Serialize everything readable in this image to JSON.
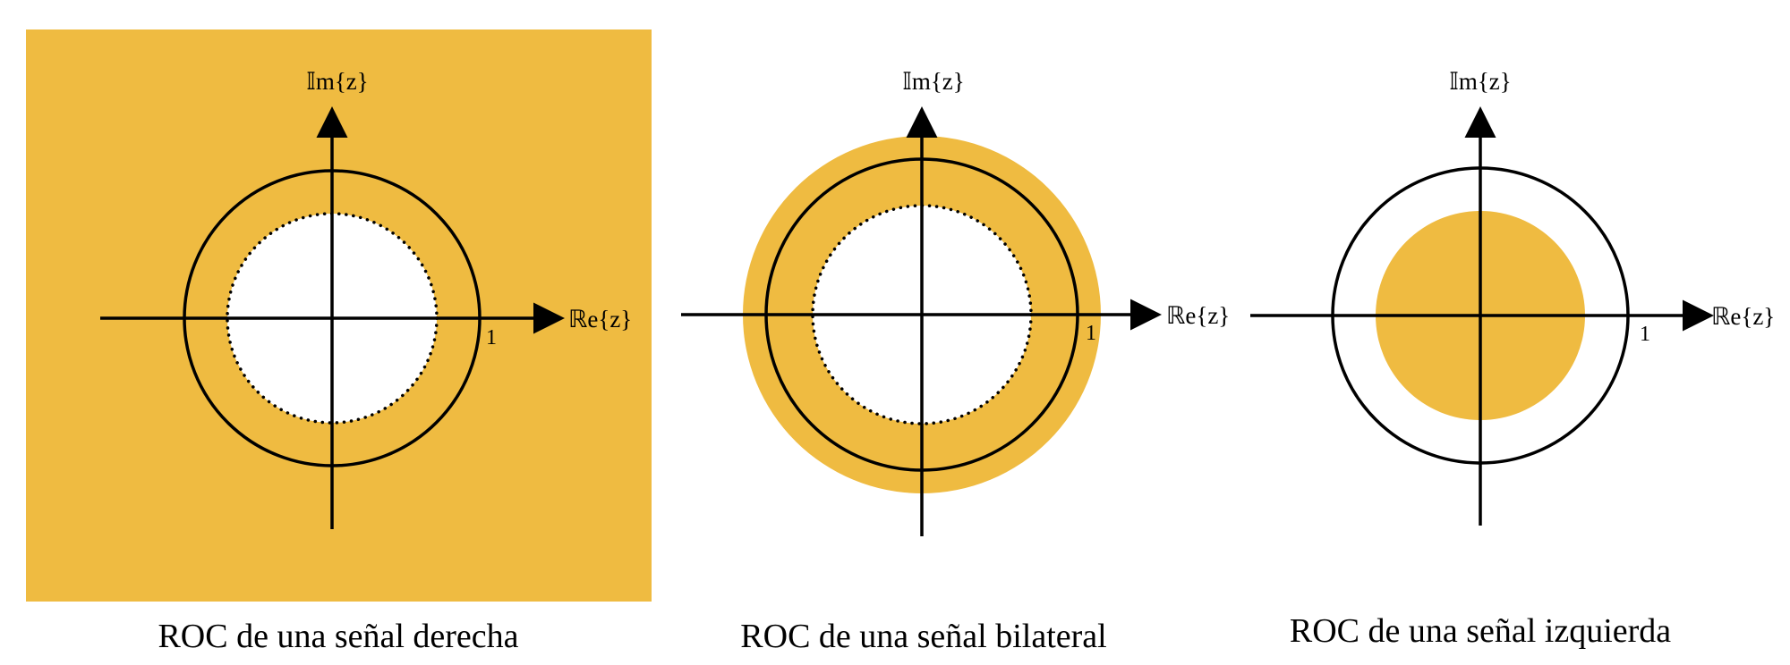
{
  "colors": {
    "roc_fill": "#EFBB41",
    "line": "#000000",
    "background": "#FFFFFF"
  },
  "panels": [
    {
      "id": "right",
      "caption": "ROC de una señal derecha",
      "im_label": "𝕀m{z}",
      "re_label": "ℝe{z}",
      "unit_label": "1",
      "roc": "exterior"
    },
    {
      "id": "bilateral",
      "caption": "ROC de una señal bilateral",
      "im_label": "𝕀m{z}",
      "re_label": "ℝe{z}",
      "unit_label": "1",
      "roc": "annulus"
    },
    {
      "id": "left",
      "caption": "ROC de una señal izquierda",
      "im_label": "𝕀m{z}",
      "re_label": "ℝe{z}",
      "unit_label": "1",
      "roc": "interior"
    }
  ]
}
